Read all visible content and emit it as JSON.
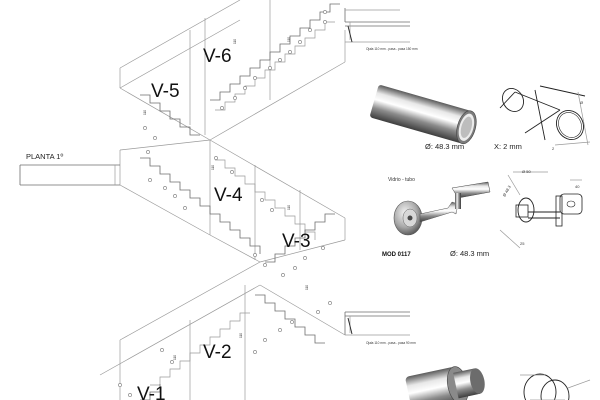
{
  "floor_label": "PLANTA 1º",
  "panels": [
    "V-1",
    "V-2",
    "V-3",
    "V-4",
    "V-5",
    "V-6"
  ],
  "landing_notes": [
    "Ojala 110 mm - pasa - pasa 150 mm",
    "Ojala 110 mm - pasa - pasa 90 mm"
  ],
  "step_marks": [
    "110",
    "110",
    "110",
    "110",
    "110",
    "110",
    "110",
    "110"
  ],
  "tube_spec": {
    "diameter": "Ø: 48.3 mm",
    "thickness": "X: 2 mm"
  },
  "tube_dims": [
    "Ø",
    "2"
  ],
  "bracket": {
    "caption": "Vidrio - tubo",
    "model": "MOD 0117",
    "diameter": "Ø: 48.3 mm",
    "dims": [
      "Ø 48.3",
      "Ø 50",
      "40",
      "25"
    ]
  }
}
